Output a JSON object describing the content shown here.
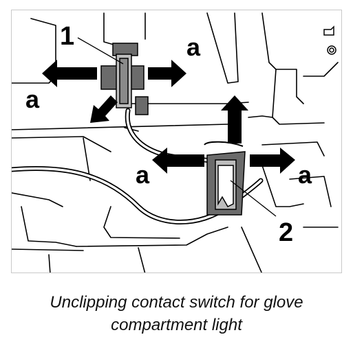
{
  "callouts": {
    "part_1": "1",
    "part_2": "2",
    "direction": "a"
  },
  "caption": {
    "line1": "Unclipping contact switch for glove",
    "line2": "compartment light"
  },
  "colors": {
    "line": "#000000",
    "component_fill": "#6b6b6b",
    "component_light": "#bdbdbd",
    "arrow": "#000000"
  }
}
